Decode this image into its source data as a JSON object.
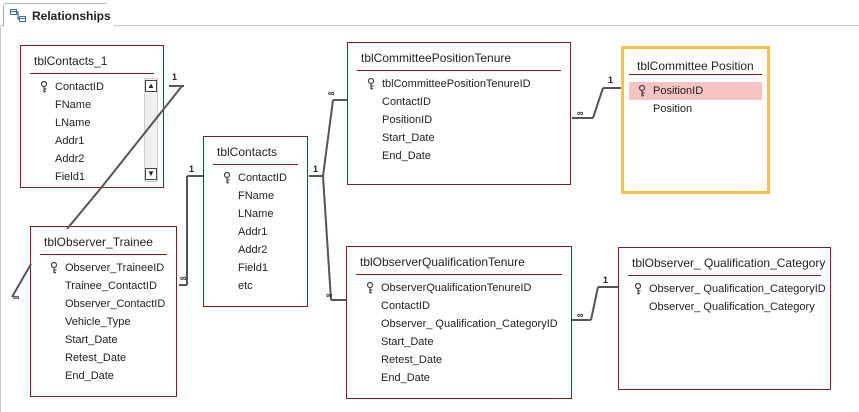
{
  "tab": {
    "label": "Relationships",
    "icon": "relationships-icon"
  },
  "tables": {
    "contacts1": {
      "title": "tblContacts_1",
      "fields": [
        "ContactID",
        "FName",
        "LName",
        "Addr1",
        "Addr2",
        "Field1"
      ]
    },
    "observer_trainee": {
      "title": "tblObserver_Trainee",
      "fields": [
        "Observer_TraineeID",
        "Trainee_ContactID",
        "Observer_ContactID",
        "Vehicle_Type",
        "Start_Date",
        "Retest_Date",
        "End_Date"
      ]
    },
    "contacts": {
      "title": "tblContacts",
      "fields": [
        "ContactID",
        "FName",
        "LName",
        "Addr1",
        "Addr2",
        "Field1",
        "etc"
      ]
    },
    "committee_position_tenure": {
      "title": "tblCommitteePositionTenure",
      "fields": [
        "tblCommitteePositionTenureID",
        "ContactID",
        "PositionID",
        "Start_Date",
        "End_Date"
      ]
    },
    "committee_position": {
      "title": "tblCommittee Position",
      "fields": [
        "PositionID",
        "Position"
      ]
    },
    "observer_qualification_tenure": {
      "title": "tblObserverQualificationTenure",
      "fields": [
        "ObserverQualificationTenureID",
        "ContactID",
        "Observer_ Qualification_CategoryID",
        "Start_Date",
        "Retest_Date",
        "End_Date"
      ]
    },
    "observer_qualification_category": {
      "title": "tblObserver_ Qualification_Category",
      "fields": [
        "Observer_ Qualification_CategoryID",
        "Observer_ Qualification_Category"
      ]
    }
  },
  "cardinality": {
    "one": "1",
    "many": "∞"
  },
  "colors": {
    "border": "#7a1f22",
    "selected_border": "#f4c14d",
    "highlight": "#f6c3c3",
    "line": "#555555"
  }
}
